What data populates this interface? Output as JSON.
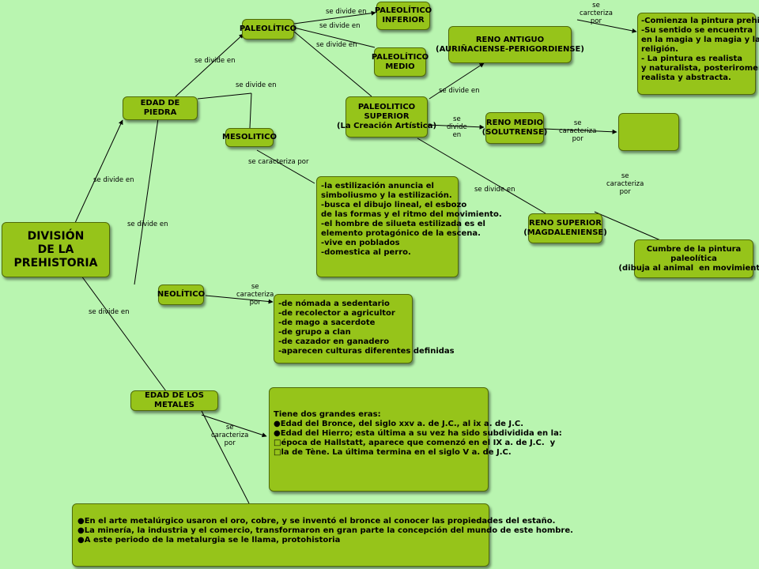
{
  "nodes": {
    "division": "DIVISIÓN\nDE LA\nPREHISTORIA",
    "edad_piedra": "EDAD DE PIEDRA",
    "paleolitico": "PALEOLÍTICO",
    "paleo_inferior": "PALEOLÍTICO\nINFERIOR",
    "paleo_medio": "PALEOLÍTICO\nMEDIO",
    "paleo_superior": "PALEOLITICO\nSUPERIOR\n(La Creación Artística)",
    "reno_antiguo": "RENO ANTIGUO\n(AURIÑACIENSE-PERIGORDIENSE)",
    "reno_medio": "RENO MEDIO\n(SOLUTRENSE)",
    "reno_superior": "RENO SUPERIOR\n(MAGDALENIENSE)",
    "mesolitico": "MESOLITICO",
    "neolitico": "NEOLÍTICO",
    "edad_metales": "EDAD DE LOS METALES",
    "cumbre": "Cumbre de la pintura\npaleolítica\n(dibuja al animal  en movimiento)"
  },
  "reno_antiguo_desc": [
    "-Comienza la pintura prehistórica.",
    "-Su sentido se encuentra",
    "en la magia y la magia y la",
    "religión.",
    "- La pintura es realista",
    "y naturalista, posteriromente",
    "realista y abstracta."
  ],
  "mesolitico_desc": [
    "-la estilización anuncia el",
    "simboliusmo y la estilización.",
    "-busca el dibujo lineal, el esbozo",
    "de las formas y el ritmo del movimiento.",
    "-el hombre de silueta estilizada es el",
    "elemento protagónico de la escena.",
    "-vive en poblados",
    "-domestica al perro."
  ],
  "neolitico_desc": [
    "-de nómada a sedentario",
    "-de recolector a agricultor",
    "-de mago a sacerdote",
    "-de grupo a clan",
    "-de cazador en ganadero",
    "-aparecen culturas diferentes definidas"
  ],
  "metales_desc": [
    "Tiene dos grandes eras:",
    "●Edad del Bronce, del siglo xxv a. de J.C., al ix a. de J.C.",
    "●Edad del Hierro; esta última a su vez ha sido subdividida en la:",
    "□época de Hallstatt, aparece que comenzó en el IX a. de J.C.  y",
    "□la de Tène. La última termina en el siglo V a. de J.C."
  ],
  "arte_desc": [
    "●En el arte metalúrgico usaron el oro, cobre, y se inventó el bronce al conocer las propiedades del estaño.",
    "●La minería, la industria y el comercio, transformaron en gran parte la concepción del mundo de este hombre.",
    "●A este periodo de la metalurgia se le llama, protohistoria"
  ],
  "labels": {
    "divide_en": "se divide en",
    "se_divide_en_stacked": "se\ndivide\nen",
    "caracteriza_por": "se caracteriza por",
    "caracteriza_stacked": "se\ncaracteriza\npor",
    "carcteriza_stacked": "se\ncarcteriza\npor"
  },
  "colors": {
    "background": "#b9f5b0",
    "node_fill": "#96c41a",
    "node_border": "#4f6a0a"
  }
}
